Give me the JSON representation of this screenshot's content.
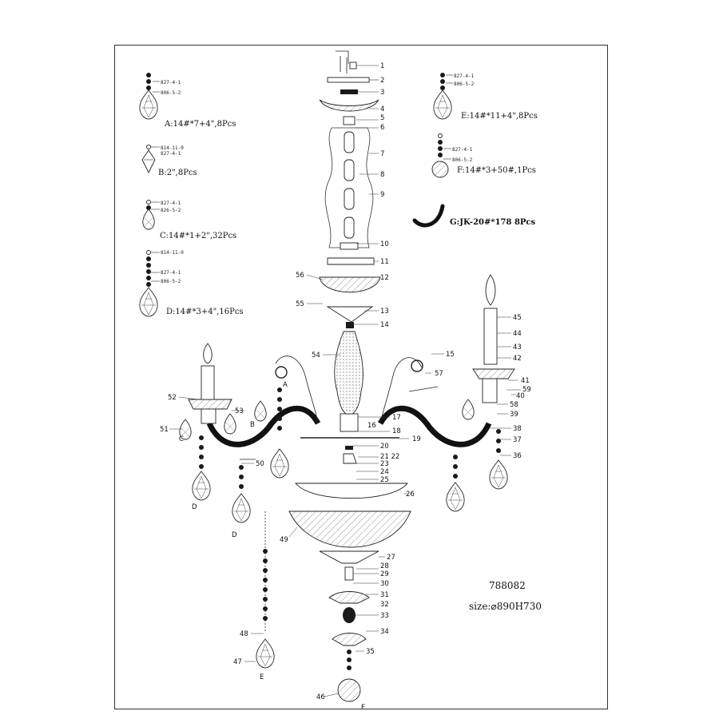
{
  "model_number": "788082",
  "size_label": "size:⌀890H730",
  "crystal_types": [
    {
      "id": "A",
      "label": "A:14#*7+4\",8Pcs",
      "codes": [
        "827-4-1",
        "806-5-2"
      ]
    },
    {
      "id": "B",
      "label": "B:2\",8Pcs",
      "codes": [
        "814-11-0",
        "827-4-1"
      ]
    },
    {
      "id": "C",
      "label": "C:14#*1+2\",32Pcs",
      "codes": [
        "827-4-1",
        "826-5-2"
      ]
    },
    {
      "id": "D",
      "label": "D:14#*3+4\",16Pcs",
      "codes": [
        "814-11-0",
        "827-4-1",
        "806-5-2"
      ]
    },
    {
      "id": "E",
      "label": "E:14#*11+4\",8Pcs",
      "codes": [
        "827-4-1",
        "806-5-2"
      ]
    },
    {
      "id": "F",
      "label": "F:14#*3+50#,1Pcs",
      "codes": [
        "827-4-1",
        "806-5-2"
      ]
    },
    {
      "id": "G",
      "label": "G:JK-20#*178  8Pcs",
      "codes": []
    }
  ],
  "callouts_right": [
    "1",
    "2",
    "3",
    "4",
    "5",
    "6",
    "7",
    "8",
    "9",
    "10",
    "11",
    "12",
    "13",
    "14",
    "15",
    "57",
    "41",
    "40",
    "59",
    "58",
    "39",
    "38",
    "37",
    "36",
    "17",
    "18",
    "16",
    "19",
    "20",
    "21 22",
    "23",
    "24",
    "25",
    "26",
    "27",
    "28",
    "29",
    "30",
    "31",
    "32",
    "33",
    "34",
    "35"
  ],
  "callouts_left": [
    "56",
    "55",
    "54",
    "52",
    "53",
    "51",
    "50",
    "49",
    "48",
    "47",
    "46",
    "45",
    "44",
    "43",
    "42"
  ],
  "crystal_markers": [
    "A",
    "B",
    "C",
    "D",
    "D",
    "E",
    "F"
  ]
}
